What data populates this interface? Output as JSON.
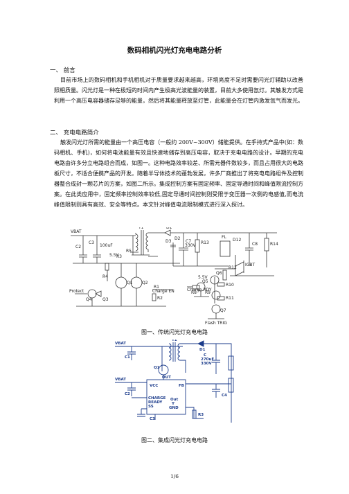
{
  "doc": {
    "title": "数码相机闪光灯充电电路分析",
    "section1": {
      "heading": "一、 前言",
      "body": "目前市场上的数码相机和手机相机对于质量要求越来越高，环境亮度不足时需要闪光灯辅助以改善照相质量。闪光灯是一种在极短的时间内产生极高光波能量的装置，目前大多使用氙灯。其触发方式是利用一个高压电容器储存足够的能量，然后将其能量释放至灯管，此能量会在灯管内激发氙气而发光。"
    },
    "section2": {
      "heading": "二、 充电电路简介",
      "body": "触发闪光灯所需的能量由一个高压电容（一般约 200V~300V）储能提供。在手持式产品中(如：数码相机、手机)，如何将电池能量有效且快速地储存到高压电容，取决于充电电路的设计。早期的充电电路由许多分立电路组合而成，如图一。这种电路效率较差、所需元器件数较多，而且占用很大的电路板尺寸，不适合便携产品的开发。随着半导体技术的蓬勃发展，许多厂商推出了将充电电路组件及控制器整合成封一颗芯片的方案，如图二所示。集成控制方案有固定频率、固定导通时间和峰值限流控制方案。在此类应用中，固定频率控制效率较低,固定导通时间控制则受限于变压器一次侧的电感值,而电流峰值限制则具有高效、安全等特点。本文针对峰值电流限制模式进行深入探讨。"
    },
    "fig1": {
      "caption": "图一、传统闪光灯充电电路",
      "labels": {
        "vbat": "VBAT",
        "c2": "C2",
        "c3": "C3",
        "cap100u": "100uF",
        "t1": "T1",
        "d1": "D1",
        "r5": "R5",
        "r3": "R3",
        "v5": "5.5V",
        "d3": "D3",
        "d2": "D2",
        "c7": "C7",
        "v330": "330V",
        "r13": "R13",
        "fl": "FL",
        "r4": "R4",
        "q1": "Q1",
        "q2": "Q2",
        "r1": "R1",
        "charge_en": "Charge EN",
        "protect": "Protect",
        "q4": "Q4",
        "q3": "Q3",
        "r2": "R2",
        "q5": "Q5",
        "r8": "R8",
        "q6": "Q6",
        "v55": "5.5V",
        "r10": "R10",
        "charge_rdy": "Charge RDY",
        "r9": "R9",
        "r11": "R11",
        "q7": "Q7",
        "flash_trig": "Flash TRIG",
        "d12": "D12",
        "r12": "R12",
        "igbt": "IGBT",
        "c8": "C8",
        "r14": "R14"
      }
    },
    "fig2": {
      "caption": "图二、集成闪光灯充电电路",
      "labels": {
        "vbat": "VBAT",
        "c1": "C1",
        "t1": "T1",
        "d1": "D1",
        "cap": "C",
        "cap_val": "270uF",
        "cap_v": "330V",
        "q1": "Q1",
        "out": "OUT",
        "vcc": "VCC",
        "fb": "FB",
        "c2": "C2",
        "charge": "CHARGE",
        "ready": "READY",
        "ss": "SS",
        "oscout": "Out",
        "y": "Y",
        "gnd": "GND",
        "c3": "C3",
        "r3": "R3",
        "c4": "C4"
      }
    },
    "page_number": "1/6"
  }
}
